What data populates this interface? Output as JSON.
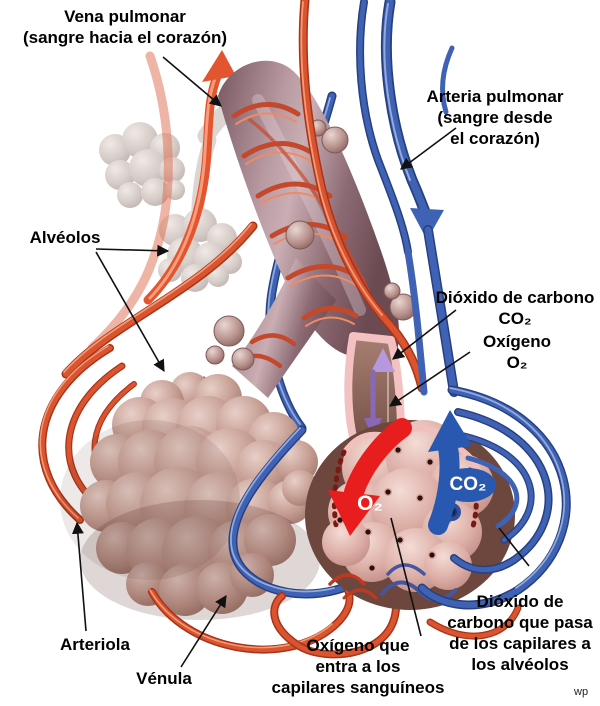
{
  "diagram": {
    "language": "es",
    "subject": "Intercambio gaseoso en los alvéolos pulmonares"
  },
  "labels": {
    "vena_pulmonar": "Vena pulmonar\n(sangre hacia el corazón)",
    "arteria_pulmonar": "Arteria pulmonar\n(sangre desde\nel corazón)",
    "alveolos": "Alvéolos",
    "dioxido_carbono": "Dióxido de carbono\nCO₂",
    "oxigeno": "Oxígeno\nO₂",
    "o2_arrow": "O₂",
    "co2_arrow": "CO₂",
    "arteriola": "Arteriola",
    "venula": "Vénula",
    "oxigeno_entra": "Oxígeno que\nentra a los\ncapilares sanguíneos",
    "dioxido_pasa": "Dióxido de\ncarbono que pasa\nde los capilares a\nlos alvéolos",
    "watermark": "wp"
  },
  "colors": {
    "artery_red": "#d9542f",
    "vein_blue": "#3f62b5",
    "bronchiole_mauve": "#a98f96",
    "alveoli_grey": "#d8d0cc",
    "sac_pink": "#dcaea6",
    "gas_arrow_purple": "#8a66b5",
    "o2_arrow_red": "#e81e1e",
    "co2_arrow_blue": "#2858b0",
    "label_line": "#111111",
    "text": "#000000"
  }
}
